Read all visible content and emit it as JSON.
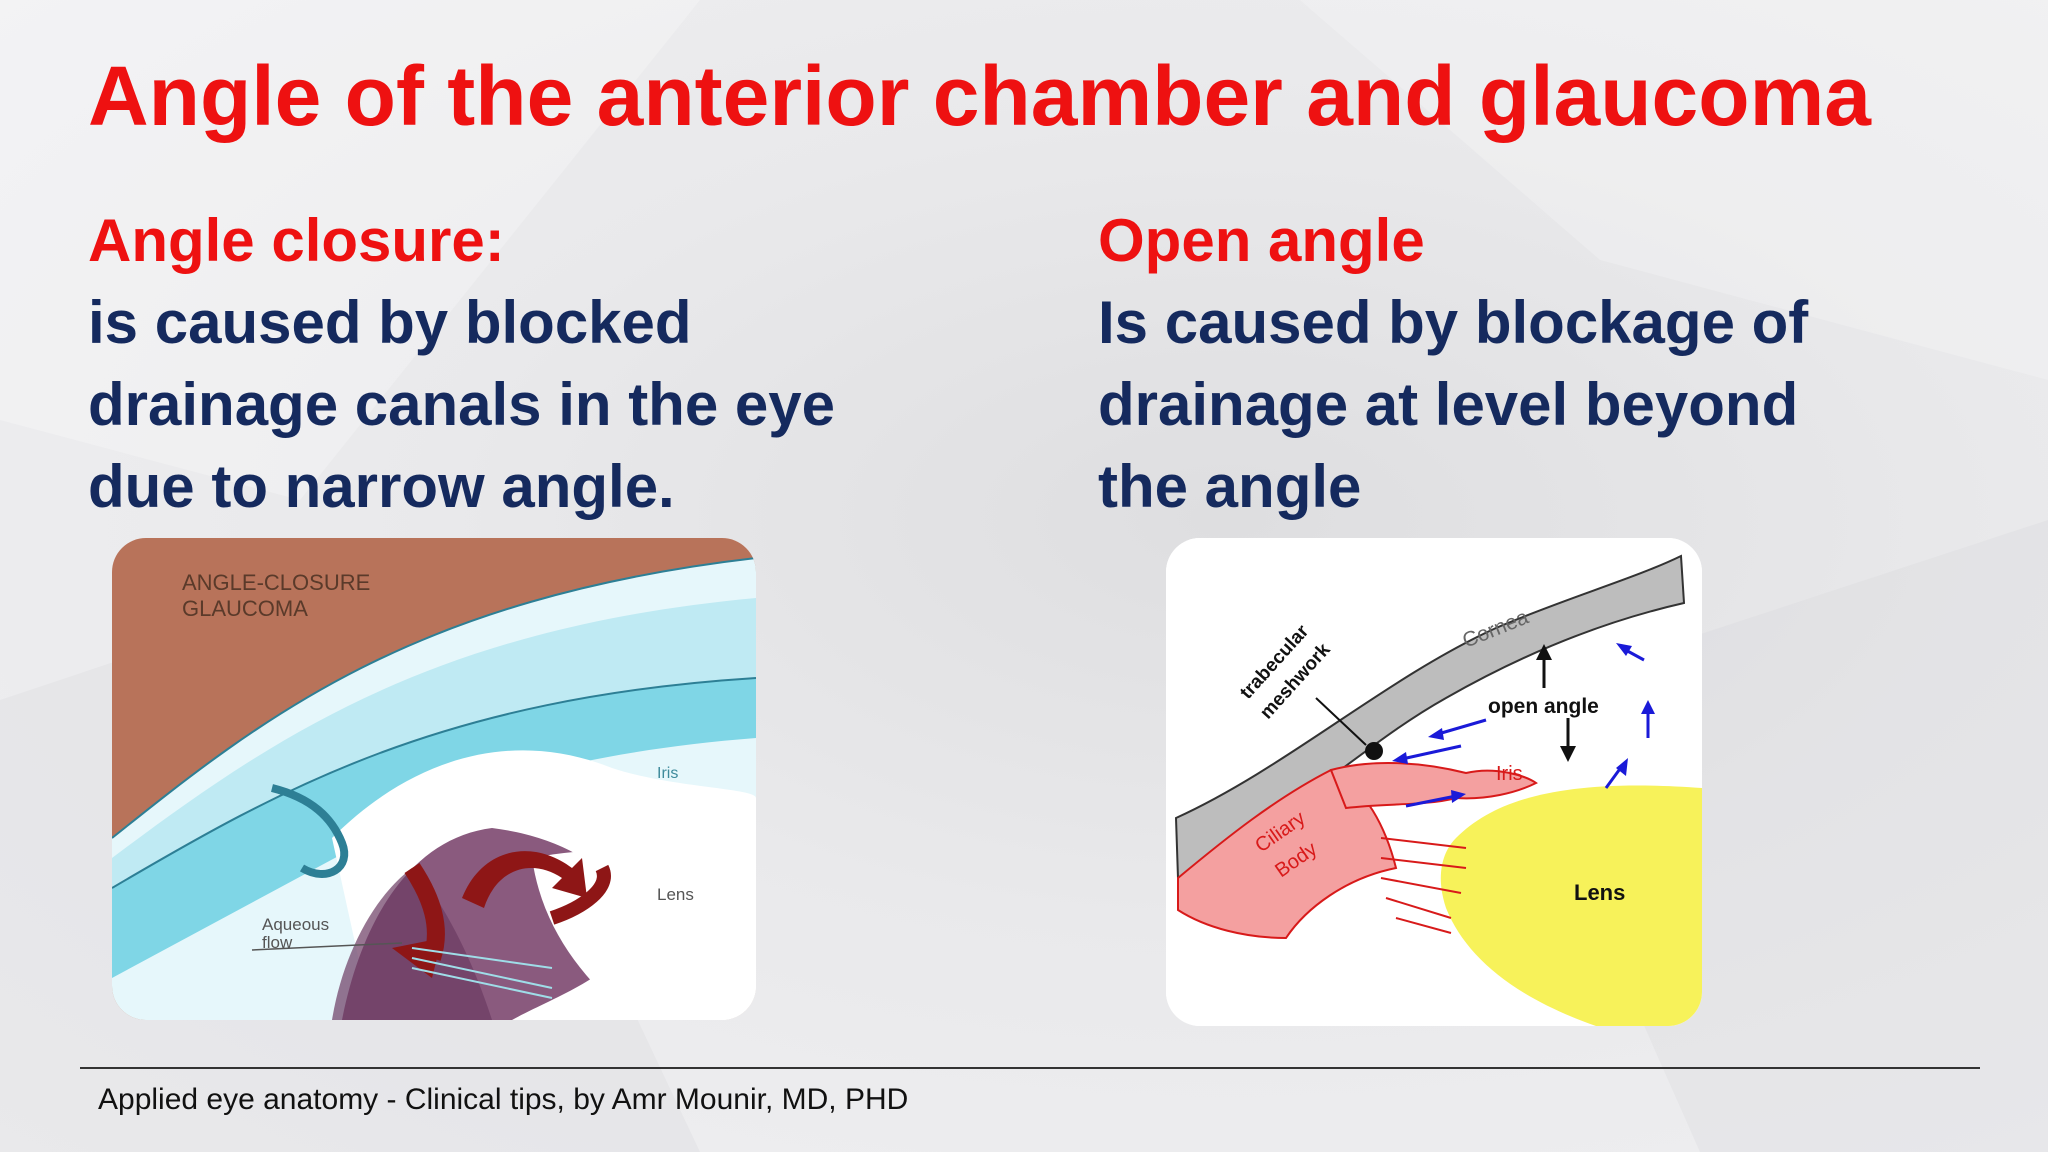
{
  "slide": {
    "title": "Angle of the anterior chamber and glaucoma",
    "left": {
      "heading": "Angle closure:",
      "lines": [
        "is caused by blocked",
        "drainage canals in the eye",
        "due to narrow angle."
      ]
    },
    "right": {
      "heading": "Open angle",
      "lines": [
        "Is caused by blockage of",
        "drainage at level beyond",
        "the angle"
      ]
    },
    "footer": "Applied eye anatomy - Clinical tips, by Amr Mounir, MD, PHD"
  },
  "figure_left": {
    "caption_line1": "ANGLE-CLOSURE",
    "caption_line2": "GLAUCOMA",
    "label_iris": "Iris",
    "label_lens": "Lens",
    "label_aqueous_line1": "Aqueous",
    "label_aqueous_line2": "flow"
  },
  "figure_right": {
    "label_cornea": "Cornea",
    "label_open_angle": "open angle",
    "label_trabecular_line1": "trabecular",
    "label_trabecular_line2": "meshwork",
    "label_iris": "Iris",
    "label_ciliary_line1": "Ciliary",
    "label_ciliary_line2": "Body",
    "label_lens": "Lens"
  },
  "colors": {
    "title_red": "#ee1111",
    "body_navy": "#152a5e",
    "cornea_gray": "#bdbdbd",
    "iris_pink": "#f4a0a0",
    "lens_yellow": "#f7f25a",
    "arrow_blue": "#1a1ad8",
    "diagram_brown": "#b8735a",
    "diagram_aqua": "#7fd6e6"
  }
}
